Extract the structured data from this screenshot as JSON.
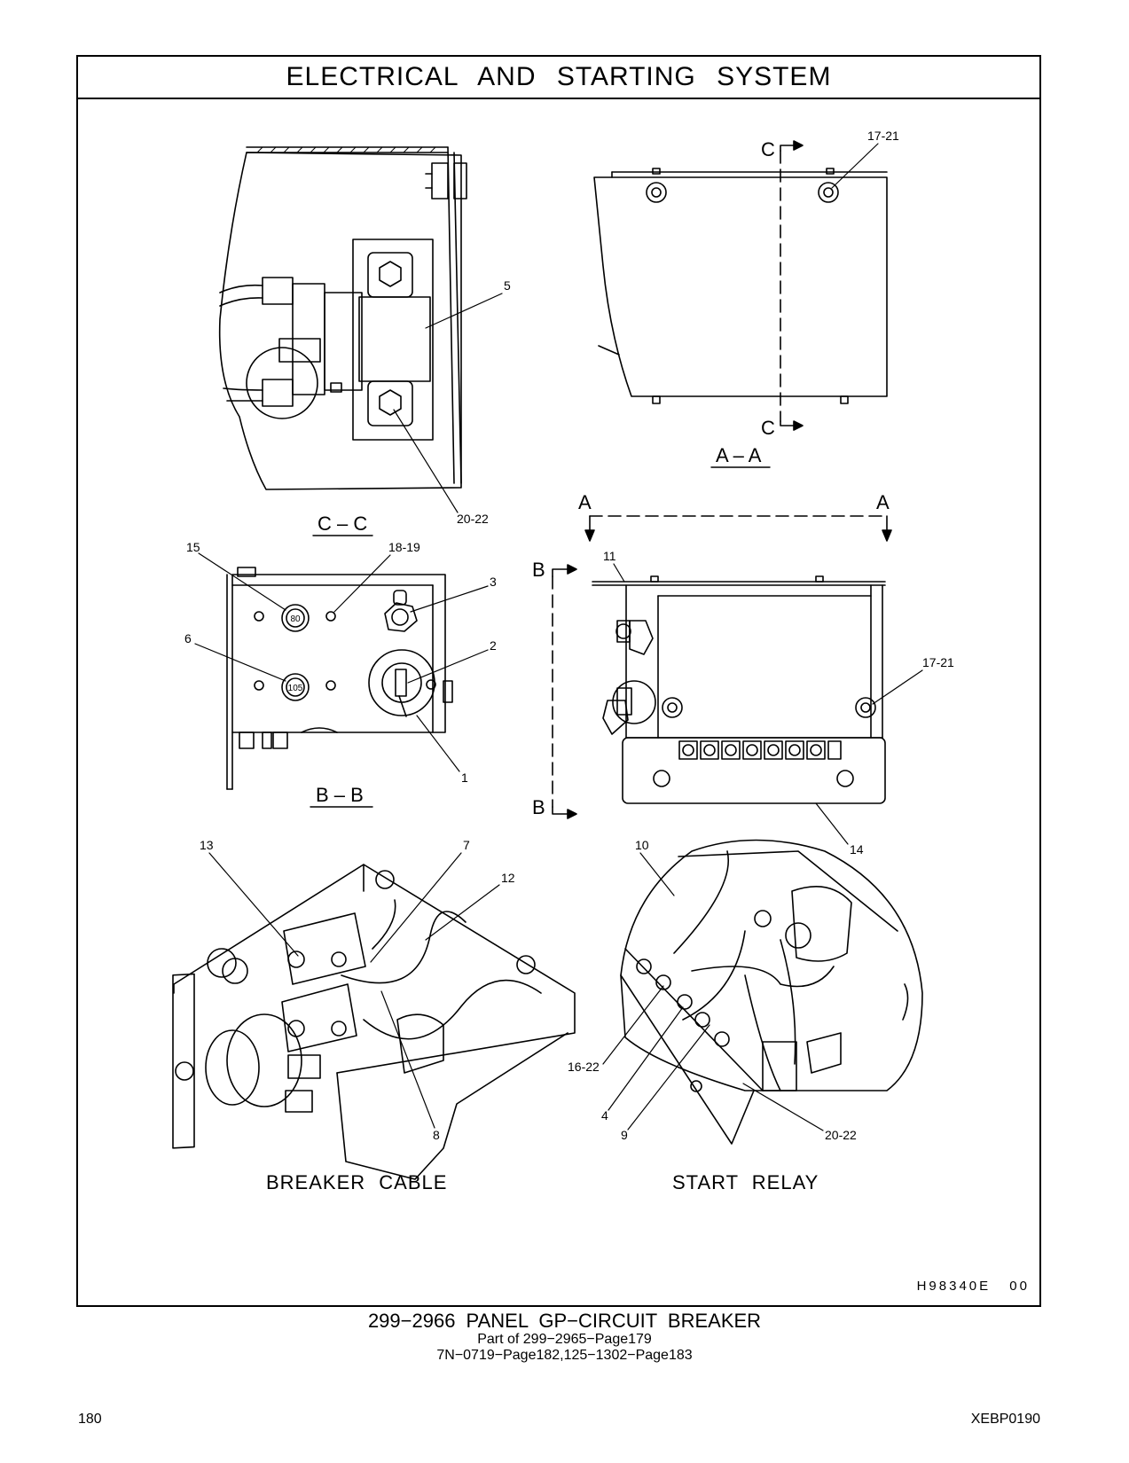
{
  "section_title": "ELECTRICAL AND STARTING SYSTEM",
  "views": {
    "cc": "C – C",
    "aa": "A – A",
    "bb": "B – B",
    "c_top": "C",
    "c_bottom": "C",
    "a_left": "A",
    "a_right": "A",
    "b_top": "B",
    "b_bottom": "B"
  },
  "callouts": {
    "c1721_top": "17-21",
    "c5": "5",
    "c2022_top": "20-22",
    "c15": "15",
    "c1819": "18-19",
    "c3": "3",
    "c6": "6",
    "c2": "2",
    "c1": "1",
    "c11": "11",
    "c1721_mid": "17-21",
    "c14": "14",
    "c13": "13",
    "c7": "7",
    "c12": "12",
    "c8": "8",
    "c10": "10",
    "c1622": "16-22",
    "c4": "4",
    "c9": "9",
    "c2022_bottom": "20-22"
  },
  "breaker_labels": {
    "top": "80",
    "bottom": "105"
  },
  "sub_captions": {
    "breaker_cable": "BREAKER CABLE",
    "start_relay": "START RELAY"
  },
  "drawing_id": "H98340E 00",
  "caption": {
    "line1": "299−2966 PANEL GP−CIRCUIT BREAKER",
    "line2": "Part of 299−2965−Page179",
    "line3": "7N−0719−Page182,125−1302−Page183"
  },
  "page_number": "180",
  "document_code": "XEBP0190"
}
